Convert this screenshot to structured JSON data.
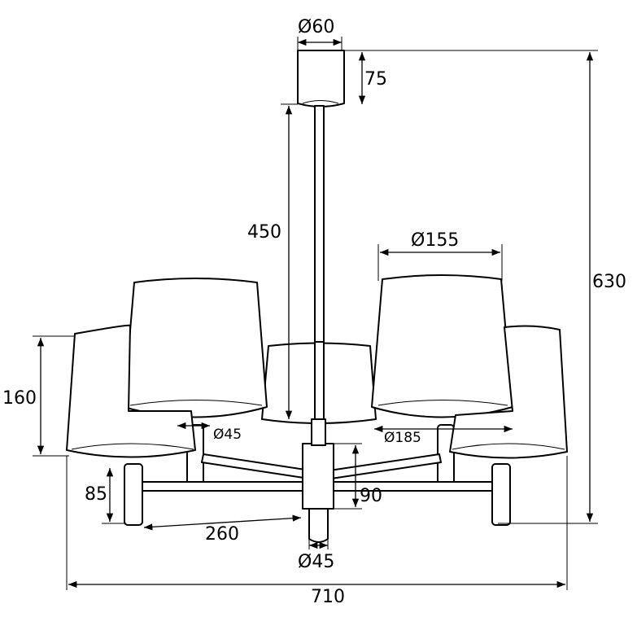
{
  "dimensions": {
    "canopy_diameter": "Ø60",
    "canopy_height": "75",
    "rod_length": "450",
    "total_height": "630",
    "shade_top_diameter": "Ø155",
    "shade_height": "160",
    "candle_diameter": "Ø45",
    "shade_bottom_diameter": "Ø185",
    "candle_height": "85",
    "hub_height": "90",
    "arm_length": "260",
    "hub_diameter": "Ø45",
    "total_width": "710"
  }
}
